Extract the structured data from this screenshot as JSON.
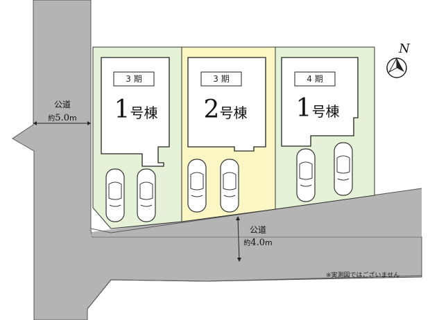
{
  "lots": [
    {
      "phase": "3 期",
      "building_num": "1",
      "building_suffix": "号棟",
      "color": "#e6f2d8"
    },
    {
      "phase": "3 期",
      "building_num": "2",
      "building_suffix": "号棟",
      "color": "#fbf7c4"
    },
    {
      "phase": "4 期",
      "building_num": "1",
      "building_suffix": "号棟",
      "color": "#e6f2d8"
    }
  ],
  "roads": {
    "west": {
      "name": "公道",
      "width_prefix": "約",
      "width_value": "5.0",
      "width_unit": "m"
    },
    "south": {
      "name": "公道",
      "width_prefix": "約",
      "width_value": "4.0",
      "width_unit": "m"
    }
  },
  "compass": {
    "label": "N",
    "icon": "compass-north-icon"
  },
  "note": "※実測図ではございません",
  "colors": {
    "road": "#b4b4b4",
    "lot_green": "#e6f2d8",
    "lot_yellow": "#fbf7c4"
  }
}
